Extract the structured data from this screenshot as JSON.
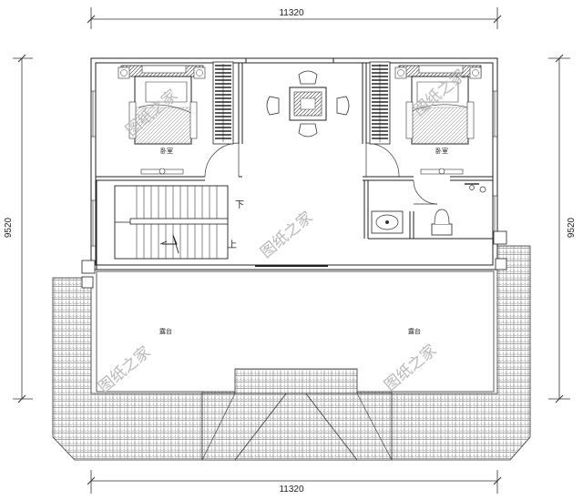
{
  "dimensions": {
    "top_width": "11320",
    "bottom_width": "11320",
    "left_height": "9520",
    "right_height": "9520"
  },
  "rooms": {
    "bedroom_left": "卧室",
    "bedroom_right": "卧室",
    "terrace_left": "露台",
    "terrace_right": "露台"
  },
  "stairs": {
    "down": "下",
    "up": "上"
  },
  "watermarks": [
    "图纸之家",
    "图纸之家",
    "图纸之家",
    "图纸之家"
  ]
}
